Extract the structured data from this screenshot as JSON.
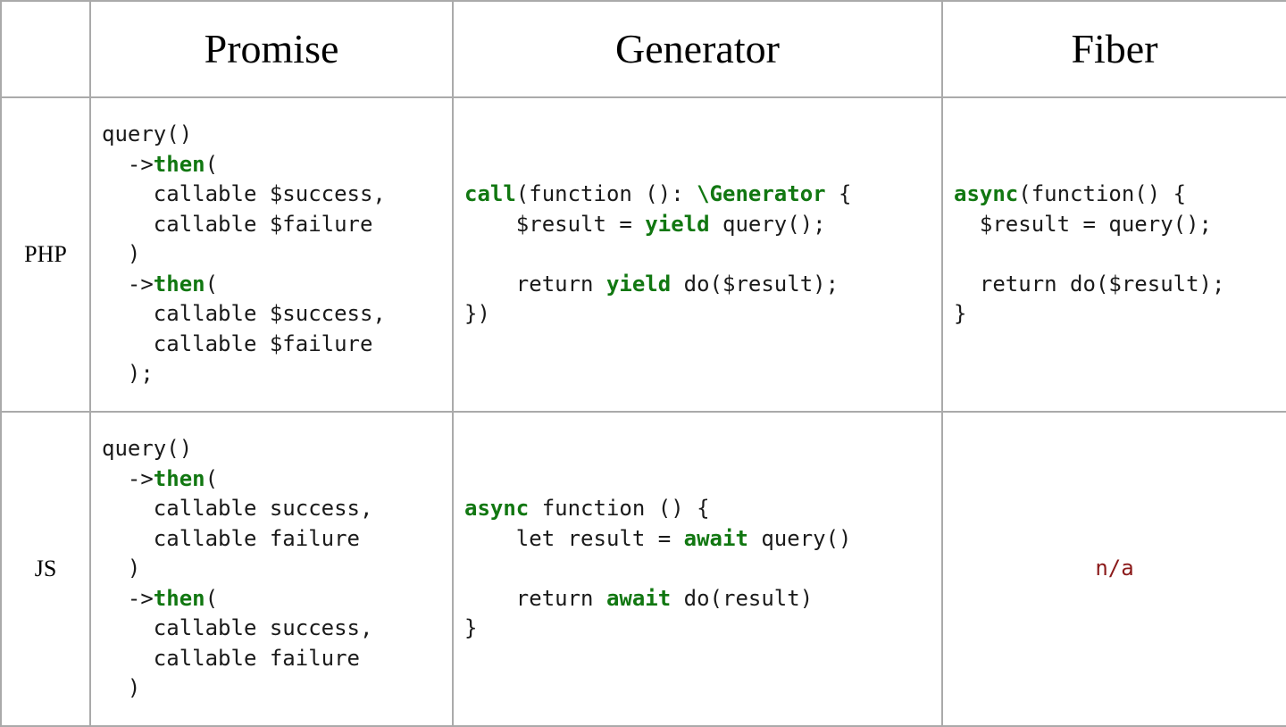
{
  "colors": {
    "keyword_green": "#117711",
    "code_text": "#1a1a1a",
    "na_red": "#8b1a1a",
    "border_gray": "#aaaaaa",
    "background": "#ffffff"
  },
  "table": {
    "corner_label": "",
    "columns": [
      {
        "key": "promise",
        "label": "Promise"
      },
      {
        "key": "generator",
        "label": "Generator"
      },
      {
        "key": "fiber",
        "label": "Fiber"
      }
    ],
    "rows": [
      {
        "key": "php",
        "label": "PHP",
        "cells": {
          "promise": {
            "type": "code",
            "language": "php",
            "text": "query()\n  ->then(\n    callable $success,\n    callable $failure\n  )\n  ->then(\n    callable $success,\n    callable $failure\n  );",
            "tokens": [
              {
                "t": "query()\n  ->",
                "kw": false
              },
              {
                "t": "then",
                "kw": true
              },
              {
                "t": "(\n    callable $success,\n    callable $failure\n  )\n  ->",
                "kw": false
              },
              {
                "t": "then",
                "kw": true
              },
              {
                "t": "(\n    callable $success,\n    callable $failure\n  );",
                "kw": false
              }
            ]
          },
          "generator": {
            "type": "code",
            "language": "php",
            "text": "call(function (): \\Generator {\n    $result = yield query();\n\n    return yield do($result);\n})",
            "tokens": [
              {
                "t": "call",
                "kw": true
              },
              {
                "t": "(function (): ",
                "kw": false
              },
              {
                "t": "\\Generator",
                "kw": true
              },
              {
                "t": " {\n    $result = ",
                "kw": false
              },
              {
                "t": "yield",
                "kw": true
              },
              {
                "t": " query();\n\n    return ",
                "kw": false
              },
              {
                "t": "yield",
                "kw": true
              },
              {
                "t": " do($result);\n})",
                "kw": false
              }
            ]
          },
          "fiber": {
            "type": "code",
            "language": "php",
            "text": "async(function() {\n  $result = query();\n\n  return do($result);\n}",
            "tokens": [
              {
                "t": "async",
                "kw": true
              },
              {
                "t": "(function() {\n  $result = query();\n\n  return do($result);\n}",
                "kw": false
              }
            ]
          }
        }
      },
      {
        "key": "js",
        "label": "JS",
        "cells": {
          "promise": {
            "type": "code",
            "language": "js",
            "text": "query()\n  ->then(\n    callable success,\n    callable failure\n  )\n  ->then(\n    callable success,\n    callable failure\n  )",
            "tokens": [
              {
                "t": "query()\n  ->",
                "kw": false
              },
              {
                "t": "then",
                "kw": true
              },
              {
                "t": "(\n    callable success,\n    callable failure\n  )\n  ->",
                "kw": false
              },
              {
                "t": "then",
                "kw": true
              },
              {
                "t": "(\n    callable success,\n    callable failure\n  )",
                "kw": false
              }
            ]
          },
          "generator": {
            "type": "code",
            "language": "js",
            "text": "async function () {\n    let result = await query()\n\n    return await do(result)\n}",
            "tokens": [
              {
                "t": "async",
                "kw": true
              },
              {
                "t": " function () {\n    let result = ",
                "kw": false
              },
              {
                "t": "await",
                "kw": true
              },
              {
                "t": " query()\n\n    return ",
                "kw": false
              },
              {
                "t": "await",
                "kw": true
              },
              {
                "t": " do(result)\n}",
                "kw": false
              }
            ]
          },
          "fiber": {
            "type": "na",
            "text": "n/a"
          }
        }
      }
    ]
  }
}
